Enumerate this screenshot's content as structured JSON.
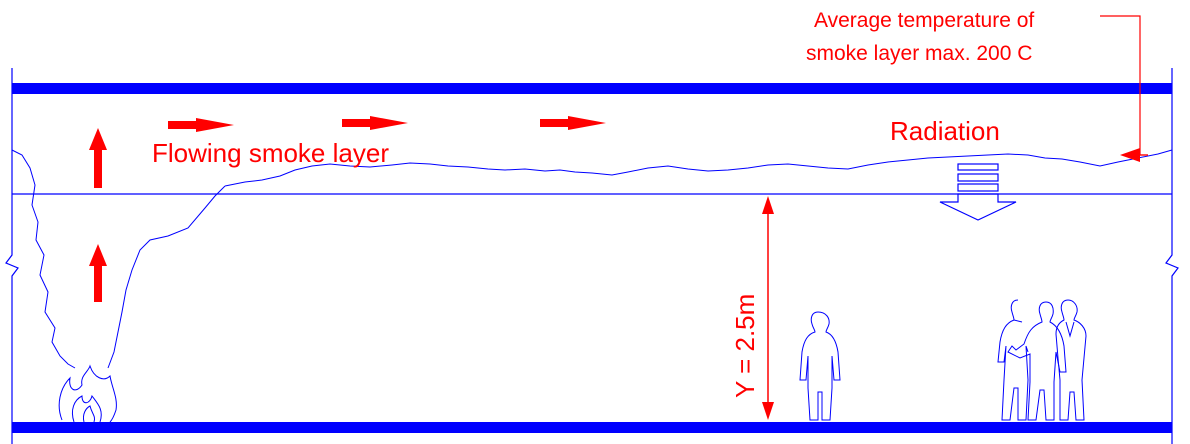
{
  "labels": {
    "temperature_line1": "Average temperature of",
    "temperature_line2": "smoke layer max. 200 C",
    "radiation": "Radiation",
    "flowing_smoke": "Flowing smoke layer",
    "height": "Y = 2.5m"
  },
  "colors": {
    "structure": "#0000ff",
    "annotation": "#ff0000",
    "background": "#ffffff"
  },
  "icons": [
    "flow-arrow-icon",
    "up-arrow-icon",
    "fire-icon",
    "radiator-icon",
    "radiation-down-arrow-icon",
    "person-icon"
  ]
}
